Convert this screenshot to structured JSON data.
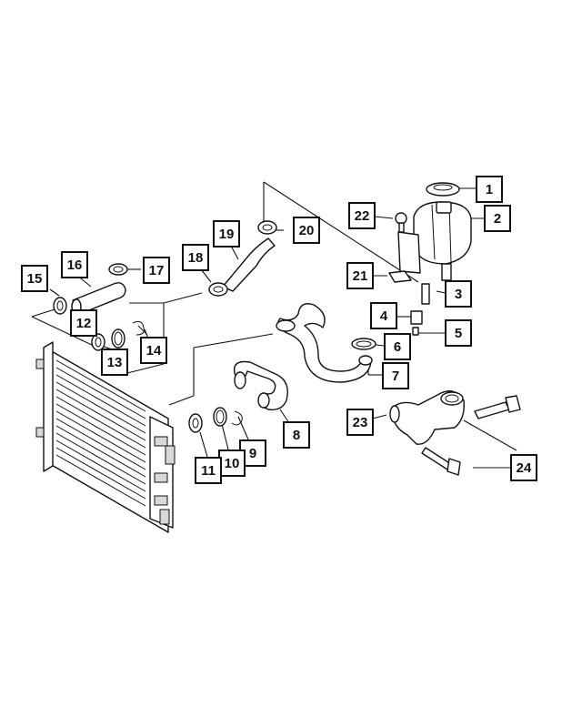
{
  "diagram": {
    "callouts": [
      {
        "id": "c1",
        "label": "1"
      },
      {
        "id": "c2",
        "label": "2"
      },
      {
        "id": "c3",
        "label": "3"
      },
      {
        "id": "c4",
        "label": "4"
      },
      {
        "id": "c5",
        "label": "5"
      },
      {
        "id": "c6",
        "label": "6"
      },
      {
        "id": "c7",
        "label": "7"
      },
      {
        "id": "c8",
        "label": "8"
      },
      {
        "id": "c9",
        "label": "9"
      },
      {
        "id": "c10",
        "label": "10"
      },
      {
        "id": "c11",
        "label": "11"
      },
      {
        "id": "c12",
        "label": "12"
      },
      {
        "id": "c13",
        "label": "13"
      },
      {
        "id": "c14",
        "label": "14"
      },
      {
        "id": "c15",
        "label": "15"
      },
      {
        "id": "c16",
        "label": "16"
      },
      {
        "id": "c17",
        "label": "17"
      },
      {
        "id": "c18",
        "label": "18"
      },
      {
        "id": "c19",
        "label": "19"
      },
      {
        "id": "c20",
        "label": "20"
      },
      {
        "id": "c21",
        "label": "21"
      },
      {
        "id": "c22",
        "label": "22"
      },
      {
        "id": "c23",
        "label": "23"
      },
      {
        "id": "c24",
        "label": "24"
      }
    ]
  }
}
